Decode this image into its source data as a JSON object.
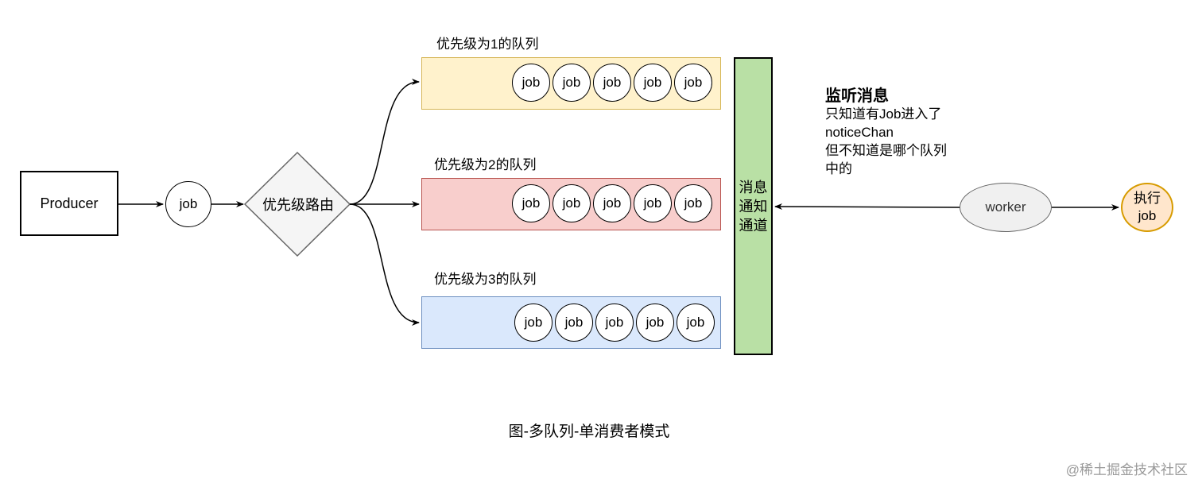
{
  "producer": {
    "label": "Producer"
  },
  "job_token": {
    "label": "job"
  },
  "router": {
    "label": "优先级路由"
  },
  "queues": [
    {
      "title": "优先级为1的队列",
      "jobs": [
        "job",
        "job",
        "job",
        "job",
        "job"
      ],
      "fill": "#fff2cc",
      "stroke": "#d6b656"
    },
    {
      "title": "优先级为2的队列",
      "jobs": [
        "job",
        "job",
        "job",
        "job",
        "job"
      ],
      "fill": "#f8cecc",
      "stroke": "#b85450"
    },
    {
      "title": "优先级为3的队列",
      "jobs": [
        "job",
        "job",
        "job",
        "job",
        "job"
      ],
      "fill": "#dae8fc",
      "stroke": "#6c8ebf"
    }
  ],
  "channel": {
    "label": "消息\n通知\n通道",
    "fill": "#b9e0a5"
  },
  "listen": {
    "title": "监听消息",
    "body": "只知道有Job进入了\nnoticeChan\n但不知道是哪个队列\n中的"
  },
  "worker": {
    "label": "worker"
  },
  "execute": {
    "label": "执行\njob",
    "fill": "#ffe6cc",
    "stroke": "#d79b00"
  },
  "caption": "图-多队列-单消费者模式",
  "watermark": "@稀土掘金技术社区"
}
